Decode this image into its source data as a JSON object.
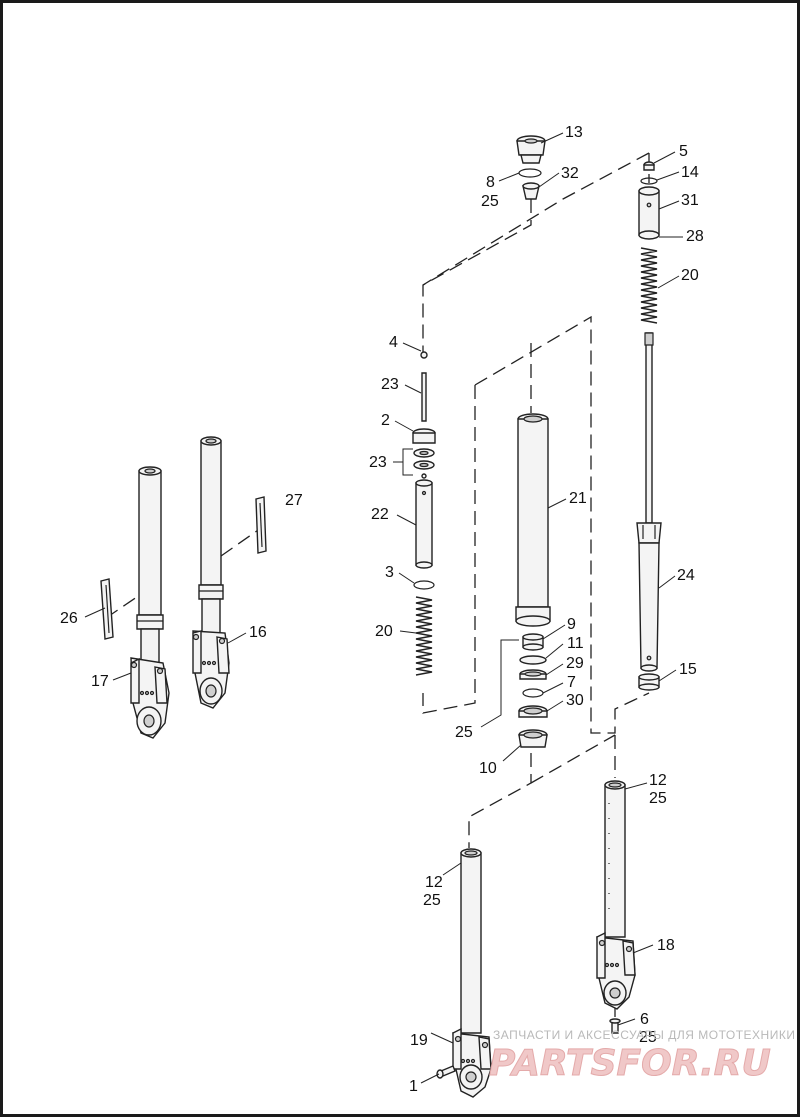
{
  "labels": [
    {
      "id": "13",
      "text": "13"
    },
    {
      "id": "8",
      "text": "8"
    },
    {
      "id": "25a",
      "text": "25"
    },
    {
      "id": "32",
      "text": "32"
    },
    {
      "id": "5",
      "text": "5"
    },
    {
      "id": "14",
      "text": "14"
    },
    {
      "id": "31",
      "text": "31"
    },
    {
      "id": "28",
      "text": "28"
    },
    {
      "id": "20a",
      "text": "20"
    },
    {
      "id": "4",
      "text": "4"
    },
    {
      "id": "23a",
      "text": "23"
    },
    {
      "id": "2",
      "text": "2"
    },
    {
      "id": "23b",
      "text": "23"
    },
    {
      "id": "27",
      "text": "27"
    },
    {
      "id": "21",
      "text": "21"
    },
    {
      "id": "22",
      "text": "22"
    },
    {
      "id": "24",
      "text": "24"
    },
    {
      "id": "3",
      "text": "3"
    },
    {
      "id": "26",
      "text": "26"
    },
    {
      "id": "16",
      "text": "16"
    },
    {
      "id": "20b",
      "text": "20"
    },
    {
      "id": "9",
      "text": "9"
    },
    {
      "id": "11",
      "text": "11"
    },
    {
      "id": "15",
      "text": "15"
    },
    {
      "id": "17",
      "text": "17"
    },
    {
      "id": "29",
      "text": "29"
    },
    {
      "id": "7",
      "text": "7"
    },
    {
      "id": "30",
      "text": "30"
    },
    {
      "id": "25b",
      "text": "25"
    },
    {
      "id": "10",
      "text": "10"
    },
    {
      "id": "12a",
      "text": "12"
    },
    {
      "id": "25c",
      "text": "25"
    },
    {
      "id": "12b",
      "text": "12"
    },
    {
      "id": "25d",
      "text": "25"
    },
    {
      "id": "18",
      "text": "18"
    },
    {
      "id": "6",
      "text": "6"
    },
    {
      "id": "25e",
      "text": "25"
    },
    {
      "id": "19",
      "text": "19"
    },
    {
      "id": "1",
      "text": "1"
    }
  ],
  "watermark": {
    "tagline": "ЗАПЧАСТИ И АКСЕССУАРЫ ДЛЯ МОТОТЕХНИКИ",
    "logo": "PARTSFOR.RU"
  }
}
